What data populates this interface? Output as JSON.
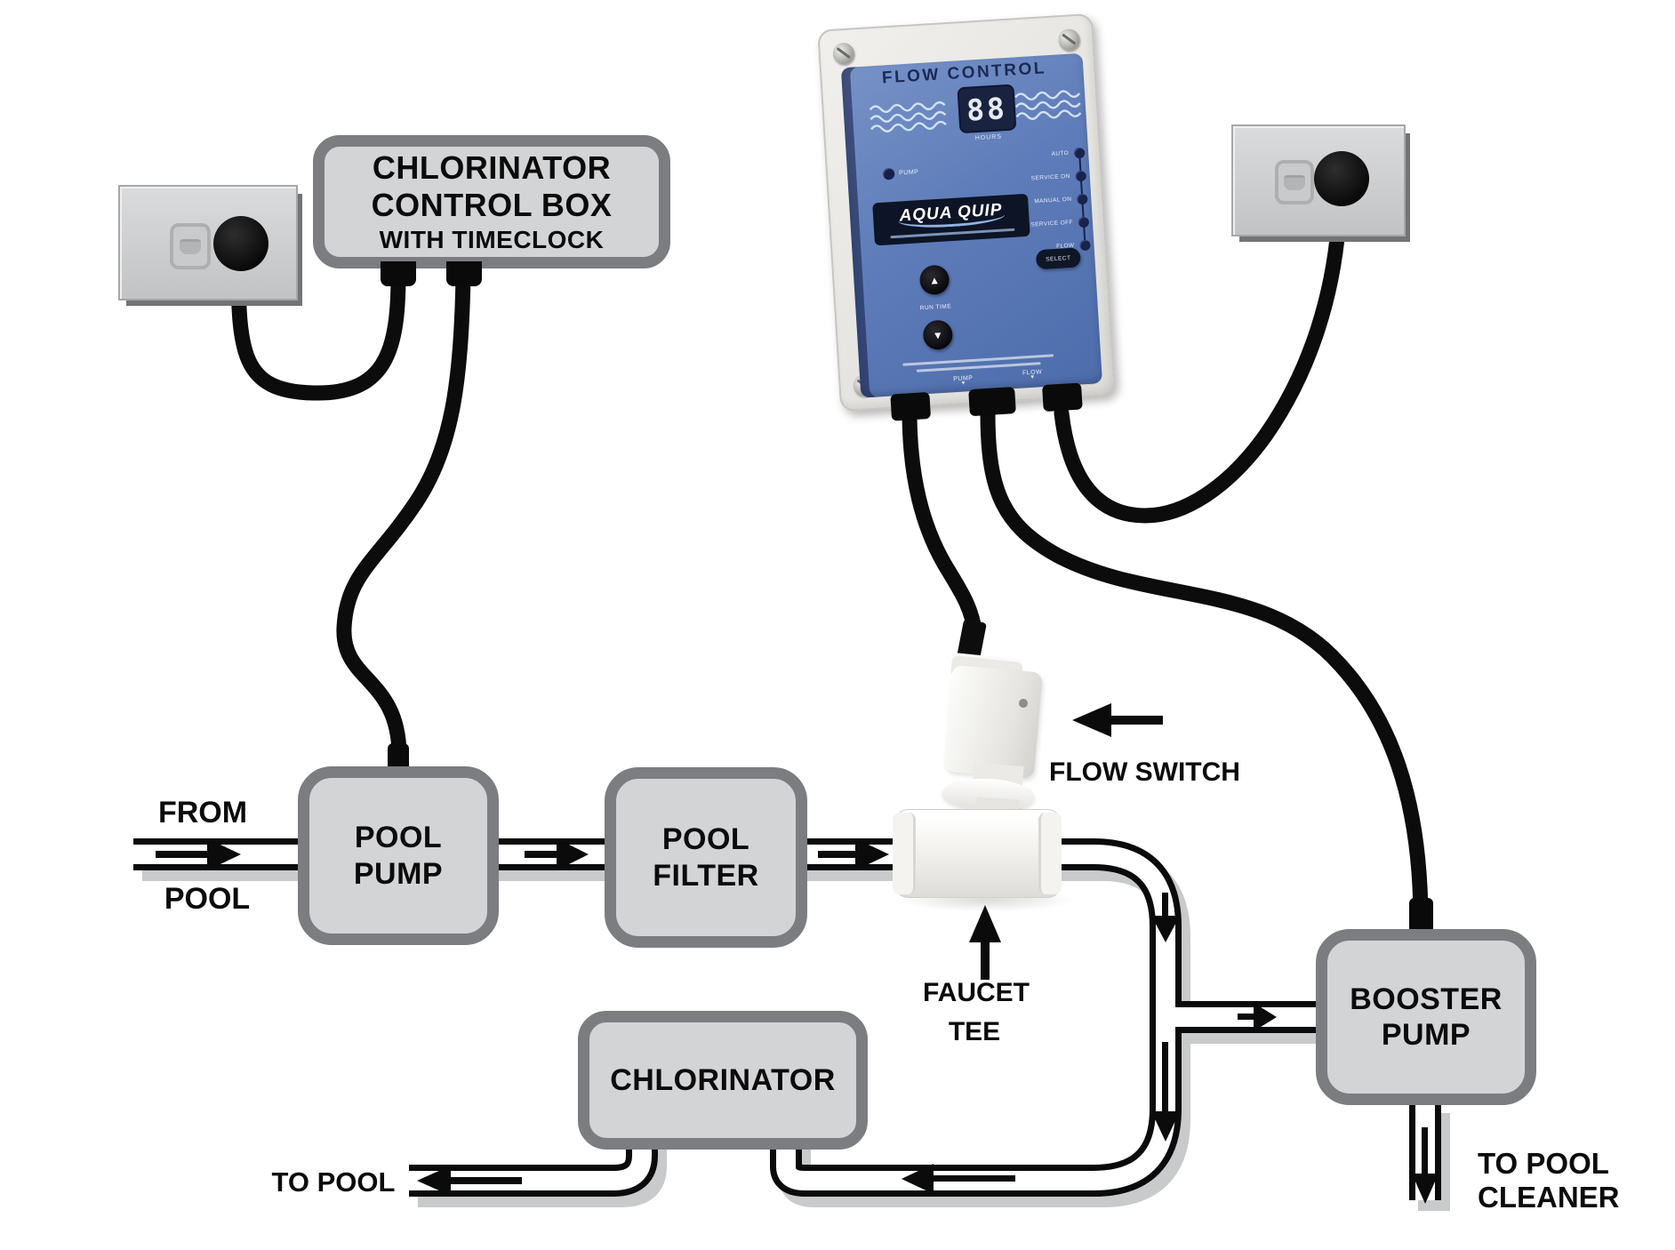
{
  "labels": {
    "from_pool_line1": "FROM",
    "from_pool_line2": "POOL",
    "to_pool": "TO POOL",
    "flow_switch": "FLOW SWITCH",
    "faucet_tee_line1": "FAUCET",
    "faucet_tee_line2": "TEE",
    "to_pool_cleaner_line1": "TO POOL",
    "to_pool_cleaner_line2": "CLEANER"
  },
  "boxes": {
    "chlorinator_control": {
      "line1": "CHLORINATOR",
      "line2": "CONTROL BOX",
      "line3": "WITH TIMECLOCK"
    },
    "pool_pump": {
      "line1": "POOL",
      "line2": "PUMP"
    },
    "pool_filter": {
      "line1": "POOL",
      "line2": "FILTER"
    },
    "chlorinator": {
      "line1": "CHLORINATOR"
    },
    "booster_pump": {
      "line1": "BOOSTER",
      "line2": "PUMP"
    }
  },
  "flow_control": {
    "title": "FLOW CONTROL",
    "display_value": "88",
    "display_label": "HOURS",
    "pump_led_label": "PUMP",
    "brand": "AQUA QUIP",
    "leds": [
      "AUTO",
      "SERVICE ON",
      "MANUAL ON",
      "SERVICE OFF",
      "FLOW"
    ],
    "select_label": "SELECT",
    "run_time_label": "RUN TIME",
    "up_glyph": "▲",
    "down_glyph": "▼",
    "gland_pump": "PUMP",
    "gland_flow": "FLOW",
    "gland_arrow": "▼"
  },
  "colors": {
    "panel_blue": "#5e7cb9",
    "panel_navy": "#0d1425",
    "box_fill": "#d3d4d6",
    "box_border": "#7b7d80",
    "pipe_shadow": "#c9cacb",
    "cable_black": "#0c0c0c"
  }
}
